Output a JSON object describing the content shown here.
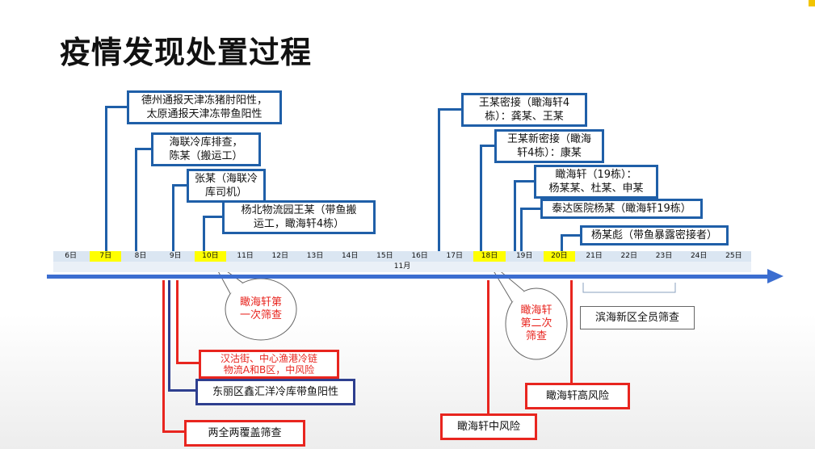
{
  "title": "疫情发现处置过程",
  "timeline": {
    "dates": [
      "6日",
      "7日",
      "8日",
      "9日",
      "10日",
      "11日",
      "12日",
      "13日",
      "14日",
      "15日",
      "16日",
      "17日",
      "18日",
      "19日",
      "20日",
      "21日",
      "22日",
      "23日",
      "24日",
      "25日"
    ],
    "highlighted": [
      "7日",
      "10日",
      "18日",
      "20日"
    ],
    "month": "11月"
  },
  "events_above": [
    {
      "name": "event-dezhou-report",
      "date": "7日",
      "lines": [
        "德州通报天津冻猪肘阳性，",
        "太原通报天津冻带鱼阳性"
      ]
    },
    {
      "name": "event-hailian-check",
      "date": "8日",
      "lines": [
        "海联冷库排查，",
        "陈某（搬运工）"
      ]
    },
    {
      "name": "event-zhang-driver",
      "date": "9日",
      "lines": [
        "张某（海联冷",
        "库司机）"
      ]
    },
    {
      "name": "event-yangbei-wang",
      "date": "10日",
      "lines": [
        "杨北物流园王某（带鱼搬",
        "运工，瞰海轩4栋）"
      ]
    },
    {
      "name": "event-wang-contacts",
      "date": "17日",
      "lines": [
        "王某密接（瞰海轩4",
        "栋）：龚某、王某"
      ]
    },
    {
      "name": "event-wang-new-contact",
      "date": "18日",
      "lines": [
        "王某新密接（瞰海",
        "轩4栋）：康某"
      ]
    },
    {
      "name": "event-building19",
      "date": "19日",
      "lines": [
        "瞰海轩（19栋）：",
        "杨某某、杜某、申某"
      ]
    },
    {
      "name": "event-taida-hospital",
      "date": "19日",
      "lines": [
        "泰达医院杨某（瞰海轩19栋）"
      ]
    },
    {
      "name": "event-yang-biao",
      "date": "20日",
      "lines": [
        "杨某彪（带鱼暴露密接者）"
      ]
    }
  ],
  "events_below": [
    {
      "name": "event-hangu-medium-risk",
      "date": "9日",
      "lines": [
        "汉沽街、中心渔港冷链",
        "物流A和B区，中风险"
      ]
    },
    {
      "name": "event-dongli-positive",
      "date": "9日",
      "lines": [
        "东丽区鑫汇洋冷库带鱼阳性"
      ]
    },
    {
      "name": "event-two-full-coverage",
      "date": "9日",
      "lines": [
        "两全两覆盖筛查"
      ]
    },
    {
      "name": "event-kanhaixuan-medium-risk",
      "date": "18日",
      "lines": [
        "瞰海轩中风险"
      ]
    },
    {
      "name": "event-kanhaixuan-high-risk",
      "date": "20日",
      "lines": [
        "瞰海轩高风险"
      ]
    },
    {
      "name": "event-binhai-screening",
      "date": "21日",
      "lines": [
        "滨海新区全员筛查"
      ]
    }
  ],
  "callouts": [
    {
      "name": "callout-first-screening",
      "date": "10日",
      "lines": [
        "瞰海轩第",
        "一次筛查"
      ]
    },
    {
      "name": "callout-second-screening",
      "date": "18日",
      "lines": [
        "瞰海轩",
        "第二次",
        "筛查"
      ]
    }
  ],
  "colors": {
    "accent_blue": "#1f5fa8",
    "risk_red": "#e8251f",
    "navy": "#2e3f8f",
    "axis": "#3c6ed0",
    "highlight_yellow": "#ffff00"
  }
}
